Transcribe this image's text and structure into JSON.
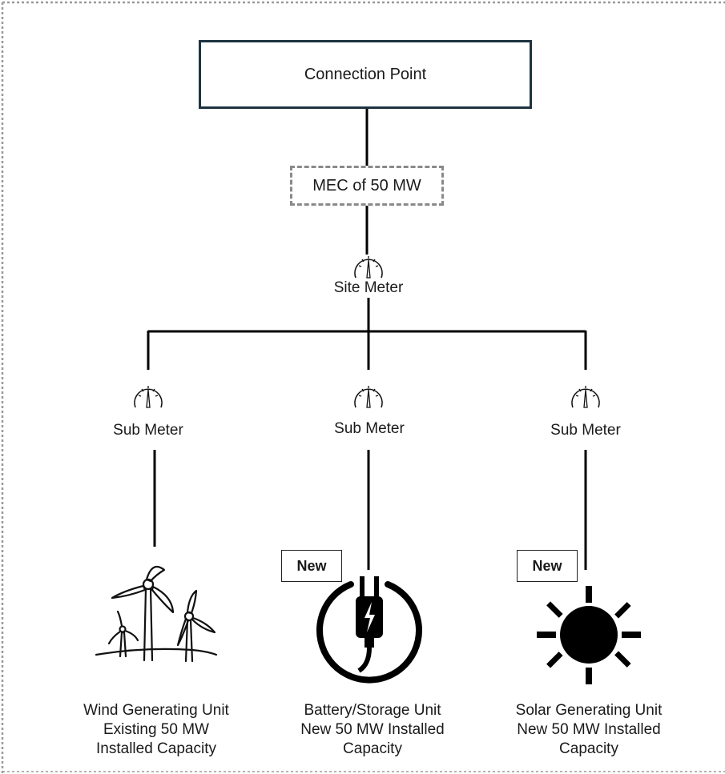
{
  "connection_point": "Connection Point",
  "mec": "MEC of 50 MW",
  "site_meter": "Site Meter",
  "branches": [
    {
      "meter": "Sub Meter",
      "badge": "",
      "icon": "wind-turbine-icon",
      "caption": [
        "Wind Generating Unit",
        "Existing 50 MW",
        "Installed Capacity"
      ]
    },
    {
      "meter": "Sub Meter",
      "badge": "New",
      "icon": "battery-plug-icon",
      "caption": [
        "Battery/Storage Unit",
        "New 50 MW Installed",
        "Capacity"
      ]
    },
    {
      "meter": "Sub Meter",
      "badge": "New",
      "icon": "sun-icon",
      "caption": [
        "Solar Generating Unit",
        "New 50 MW Installed",
        "Capacity"
      ]
    }
  ]
}
